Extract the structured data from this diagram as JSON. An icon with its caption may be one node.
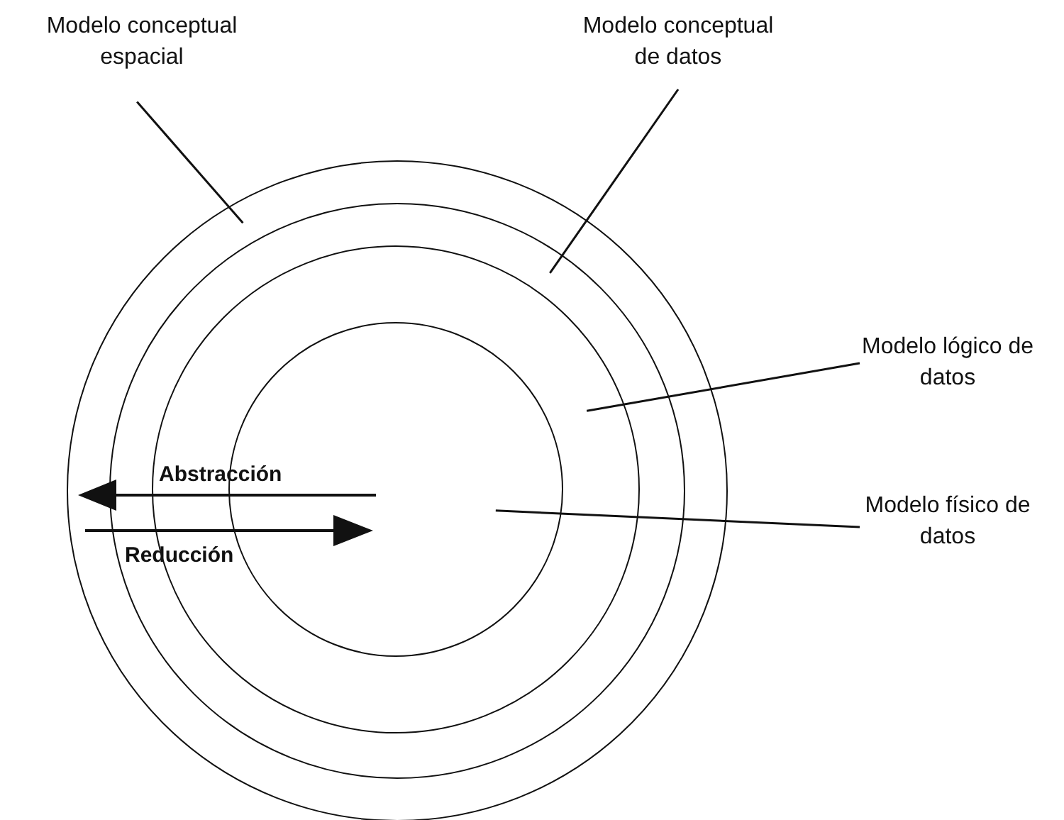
{
  "diagram": {
    "nodes": [
      {
        "text": [],
        "shape": "circle"
      },
      {
        "text": [],
        "shape": "circle",
        "in": 0
      },
      {
        "text": [],
        "shape": "circle",
        "in": 1
      },
      {
        "text": [],
        "shape": "circle",
        "in": 2
      },
      {
        "text": [
          "Modelo conceptual espacial"
        ]
      },
      {
        "text": [
          "Modelo conceptual de datos"
        ]
      },
      {
        "text": [
          "Modelo lógico de datos"
        ]
      },
      {
        "text": [
          "Modelo físico de datos"
        ]
      }
    ],
    "edges": [
      {
        "from": 4,
        "to": 0,
        "arrow": "none"
      },
      {
        "from": 5,
        "to": 1,
        "arrow": "none"
      },
      {
        "from": 6,
        "to": 2,
        "arrow": "none"
      },
      {
        "from": 7,
        "to": 3,
        "arrow": "none"
      }
    ],
    "labels": [
      "Abstracción",
      "Reducción"
    ]
  }
}
